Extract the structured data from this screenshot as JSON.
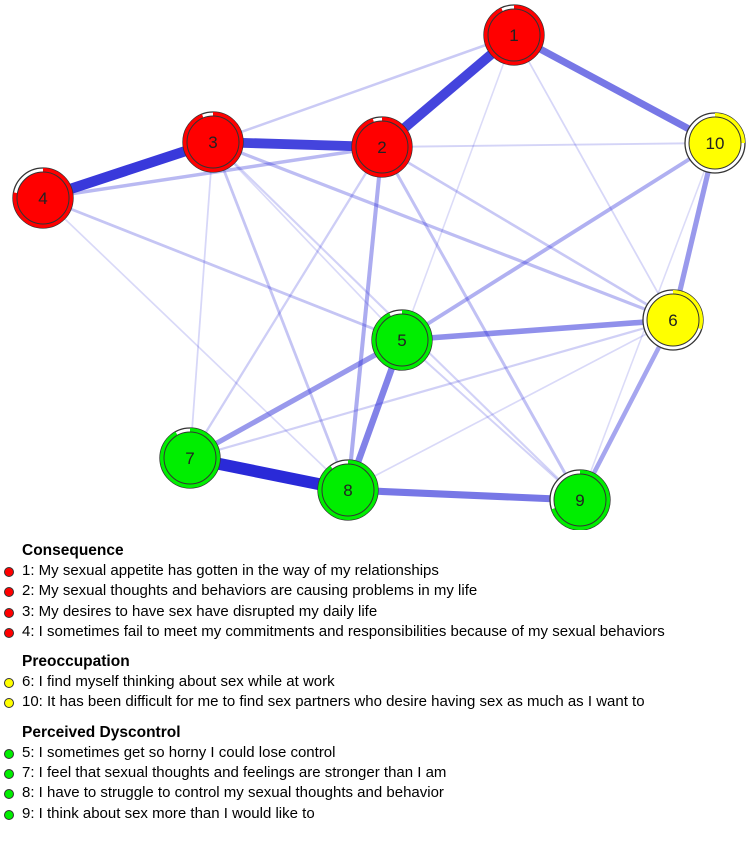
{
  "colors": {
    "Consequence": "#ff0000",
    "Preoccupation": "#ffff00",
    "Perceived Dyscontrol": "#00ee00",
    "edge": "#2a2ad8"
  },
  "nodes": [
    {
      "id": "1",
      "group": "Consequence",
      "pie": 0.93
    },
    {
      "id": "2",
      "group": "Consequence",
      "pie": 0.95
    },
    {
      "id": "3",
      "group": "Consequence",
      "pie": 0.94
    },
    {
      "id": "4",
      "group": "Consequence",
      "pie": 0.78
    },
    {
      "id": "5",
      "group": "Perceived Dyscontrol",
      "pie": 0.93
    },
    {
      "id": "6",
      "group": "Preoccupation",
      "pie": 0.3
    },
    {
      "id": "7",
      "group": "Perceived Dyscontrol",
      "pie": 0.92
    },
    {
      "id": "8",
      "group": "Perceived Dyscontrol",
      "pie": 0.9
    },
    {
      "id": "9",
      "group": "Perceived Dyscontrol",
      "pie": 0.7
    },
    {
      "id": "10",
      "group": "Preoccupation",
      "pie": 0.25
    }
  ],
  "edges": [
    {
      "from": "1",
      "to": "2",
      "weight": 0.8
    },
    {
      "from": "3",
      "to": "2",
      "weight": 0.8
    },
    {
      "from": "4",
      "to": "3",
      "weight": 0.85
    },
    {
      "from": "7",
      "to": "8",
      "weight": 1.0
    },
    {
      "from": "1",
      "to": "10",
      "weight": 0.55
    },
    {
      "from": "8",
      "to": "9",
      "weight": 0.55
    },
    {
      "from": "5",
      "to": "8",
      "weight": 0.5
    },
    {
      "from": "5",
      "to": "6",
      "weight": 0.42
    },
    {
      "from": "10",
      "to": "6",
      "weight": 0.38
    },
    {
      "from": "5",
      "to": "7",
      "weight": 0.38
    },
    {
      "from": "6",
      "to": "9",
      "weight": 0.32
    },
    {
      "from": "2",
      "to": "8",
      "weight": 0.28
    },
    {
      "from": "10",
      "to": "5",
      "weight": 0.26
    },
    {
      "from": "4",
      "to": "2",
      "weight": 0.22
    },
    {
      "from": "3",
      "to": "6",
      "weight": 0.2
    },
    {
      "from": "2",
      "to": "9",
      "weight": 0.18
    },
    {
      "from": "3",
      "to": "8",
      "weight": 0.16
    },
    {
      "from": "4",
      "to": "5",
      "weight": 0.16
    },
    {
      "from": "2",
      "to": "6",
      "weight": 0.15
    },
    {
      "from": "3",
      "to": "1",
      "weight": 0.14
    },
    {
      "from": "2",
      "to": "7",
      "weight": 0.12
    },
    {
      "from": "7",
      "to": "6",
      "weight": 0.11
    },
    {
      "from": "3",
      "to": "9",
      "weight": 0.1
    },
    {
      "from": "5",
      "to": "9",
      "weight": 0.09
    },
    {
      "from": "2",
      "to": "10",
      "weight": 0.08
    },
    {
      "from": "1",
      "to": "6",
      "weight": 0.07
    },
    {
      "from": "3",
      "to": "7",
      "weight": 0.07
    },
    {
      "from": "4",
      "to": "8",
      "weight": 0.06
    },
    {
      "from": "1",
      "to": "5",
      "weight": 0.05
    },
    {
      "from": "6",
      "to": "8",
      "weight": 0.06
    },
    {
      "from": "10",
      "to": "9",
      "weight": 0.05
    },
    {
      "from": "3",
      "to": "5",
      "weight": 0.06
    }
  ],
  "legend": [
    {
      "title": "Consequence",
      "items": [
        "1: My sexual appetite has gotten in the way of my relationships",
        "2: My sexual thoughts and behaviors are causing problems in my life",
        "3: My desires to have sex have disrupted my daily life",
        "4: I sometimes fail to meet my commitments and responsibilities because of my sexual behaviors"
      ]
    },
    {
      "title": "Preoccupation",
      "items": [
        "6: I find myself thinking about sex while at work",
        "10: It has been difficult for me to find sex partners who desire having sex as much as I want to"
      ]
    },
    {
      "title": "Perceived Dyscontrol",
      "items": [
        "5: I sometimes get so horny I could lose control",
        "7: I feel that sexual thoughts and feelings are stronger than I am",
        "8: I have to struggle to control my sexual thoughts and behavior",
        "9: I think about sex more than I would like to"
      ]
    }
  ]
}
